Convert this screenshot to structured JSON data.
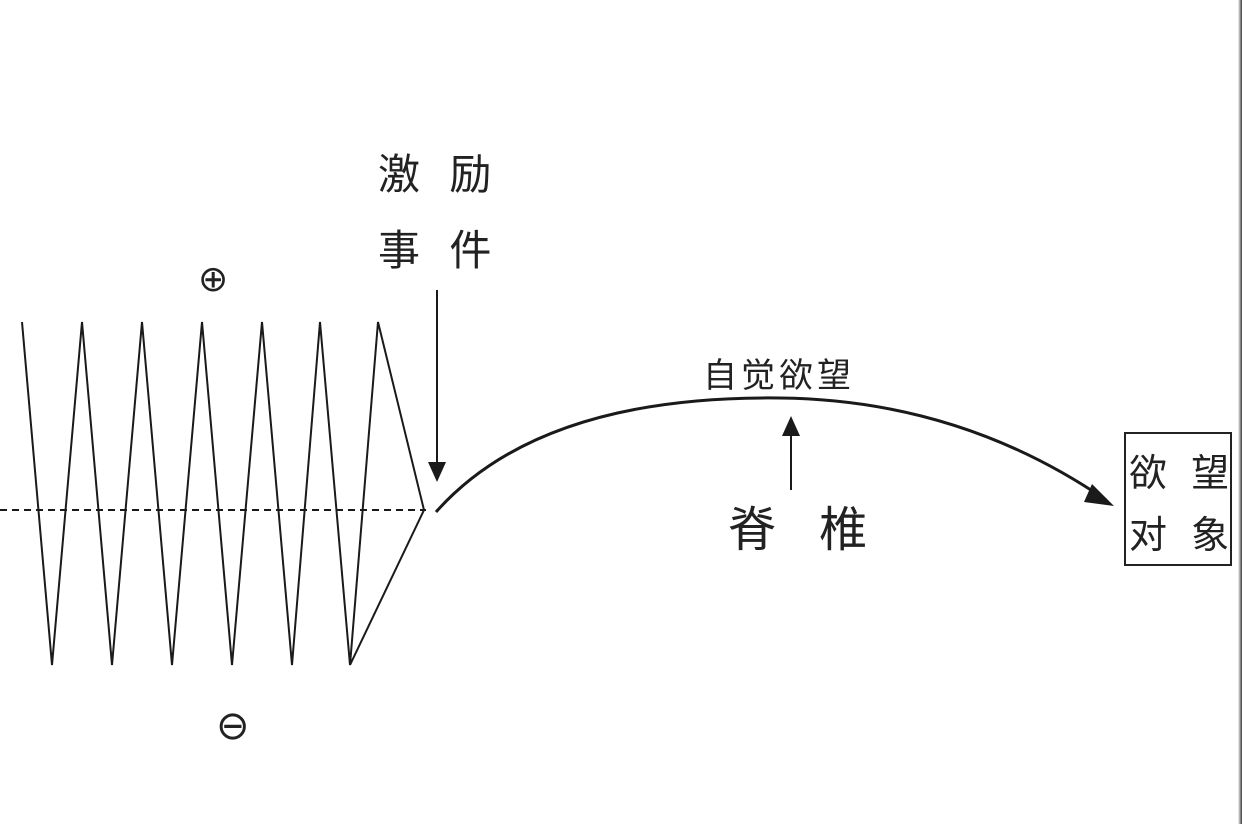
{
  "diagram": {
    "stimulus_event": {
      "line1": "激 励",
      "line2": "事 件"
    },
    "conscious_desire": "自觉欲望",
    "spine": "脊 椎",
    "desire_object": {
      "line1": "欲 望",
      "line2": "对 象"
    },
    "positive_symbol": "⊕",
    "negative_symbol": "⊖"
  }
}
